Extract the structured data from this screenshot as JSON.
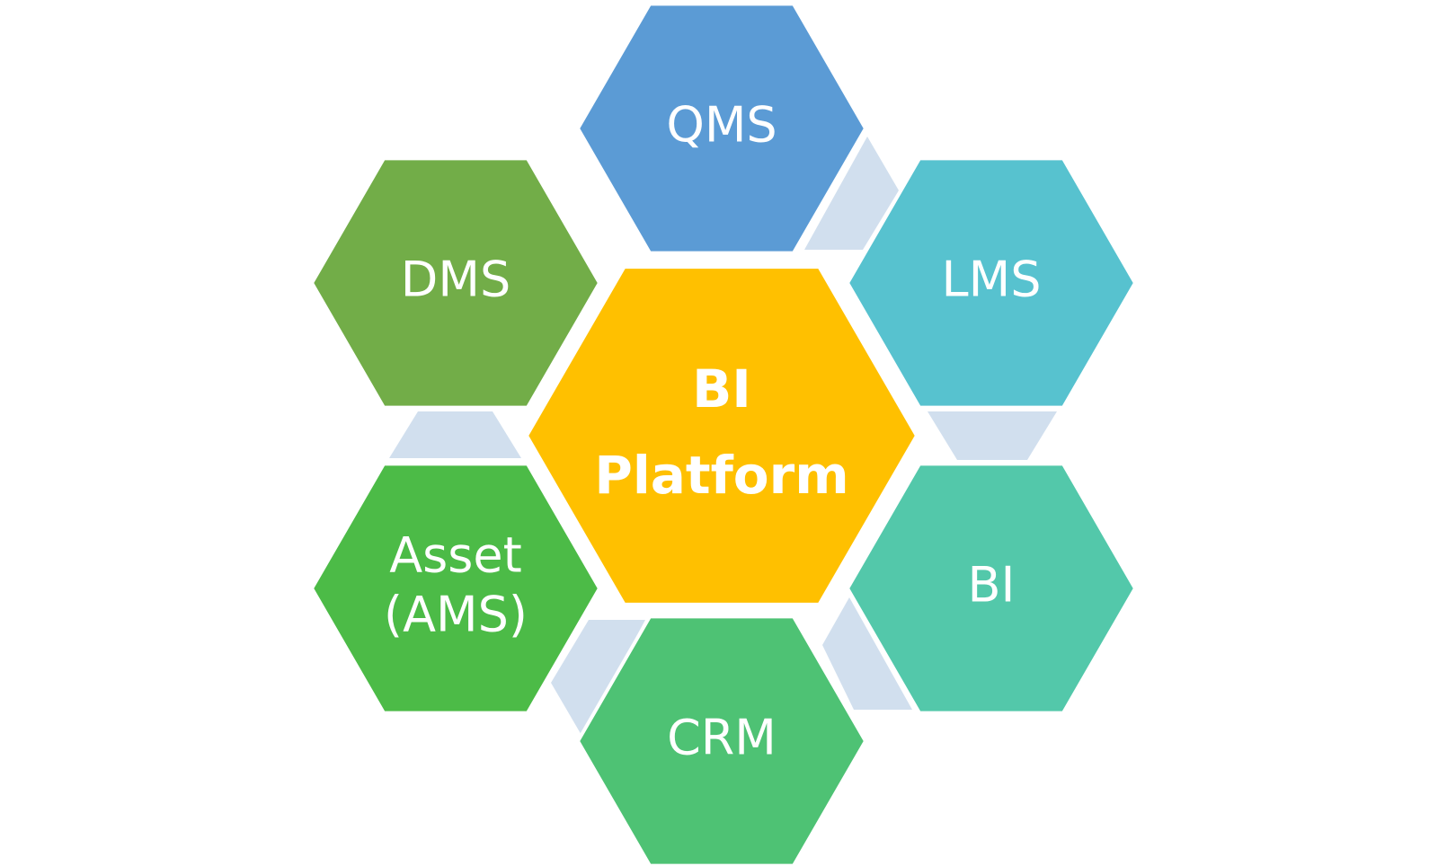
{
  "center": {
    "name": "bi-platform",
    "lines": [
      "BI",
      "Platform"
    ],
    "color": "#FFC000"
  },
  "outer": [
    {
      "name": "qms",
      "lines": [
        "QMS"
      ],
      "color": "#5B9BD5"
    },
    {
      "name": "lms",
      "lines": [
        "LMS"
      ],
      "color": "#57C2CF"
    },
    {
      "name": "bi",
      "lines": [
        "BI"
      ],
      "color": "#53C8AA"
    },
    {
      "name": "crm",
      "lines": [
        "CRM"
      ],
      "color": "#4EC274"
    },
    {
      "name": "asset",
      "lines": [
        "Asset",
        "(AMS)"
      ],
      "color": "#4CBB47"
    },
    {
      "name": "dms",
      "lines": [
        "DMS"
      ],
      "color": "#72AD48"
    }
  ],
  "connector_color": "#D1DFEE"
}
